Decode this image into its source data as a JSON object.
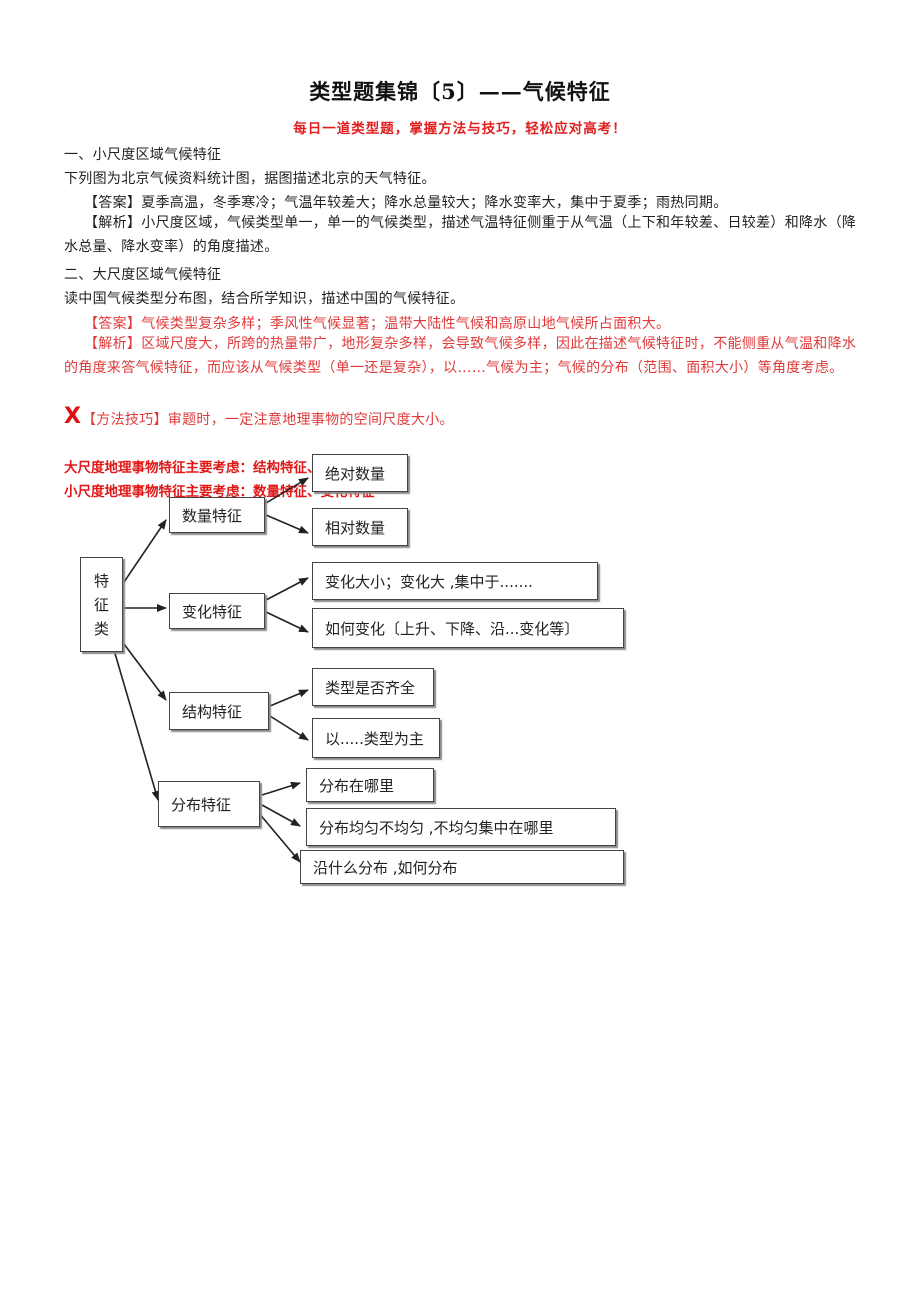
{
  "header": {
    "title": "类型题集锦〔5〕——气候特征",
    "subtitle": "每日一道类型题，掌握方法与技巧，轻松应对高考！"
  },
  "section1": {
    "heading": "一、小尺度区域气候特征",
    "question": "下列图为北京气候资料统计图，据图描述北京的天气特征。",
    "answer": "【答案】夏季高温，冬季寒冷；气温年较差大；降水总量较大；降水变率大，集中于夏季；雨热同期。",
    "analysis": "【解析】小尺度区域，气候类型单一，单一的气候类型，描述气温特征侧重于从气温（上下和年较差、日较差）和降水（降水总量、降水变率）的角度描述。"
  },
  "section2": {
    "heading": "二、大尺度区域气候特征",
    "question": "读中国气候类型分布图，结合所学知识，描述中国的气候特征。",
    "answer": "【答案】气候类型复杂多样；季风性气候显著；温带大陆性气候和高原山地气候所占面积大。",
    "analysis": "【解析】区域尺度大，所跨的热量带广，地形复杂多样，会导致气候多样，因此在描述气候特征时，不能侧重从气温和降水的角度来答气候特征，而应该从气候类型（单一还是复杂），以……气候为主；气候的分布（范围、面积大小）等角度考虑。",
    "tip_mark": "X",
    "tip": "【方法技巧】审题时，一定注意地理事物的空间尺度大小。"
  },
  "diagram": {
    "note_large": "大尺度地理事物特征主要考虑：结构特征、分布特征",
    "note_small": "小尺度地理事物特征主要考虑：数量特征、变化特征",
    "root": [
      "特",
      "征",
      "类"
    ],
    "branches": [
      {
        "label": "数量特征",
        "leaves": [
          "绝对数量",
          "相对数量"
        ]
      },
      {
        "label": "变化特征",
        "leaves": [
          "变化大小；变化大 ,集中于.......",
          "如何变化〔上升、下降、沿...变化等〕"
        ]
      },
      {
        "label": "结构特征",
        "leaves": [
          "类型是否齐全",
          "以.....类型为主"
        ]
      },
      {
        "label": "分布特征",
        "leaves": [
          "分布在哪里",
          "分布均匀不均匀 ,不均匀集中在哪里",
          "沿什么分布 ,如何分布"
        ]
      }
    ]
  }
}
